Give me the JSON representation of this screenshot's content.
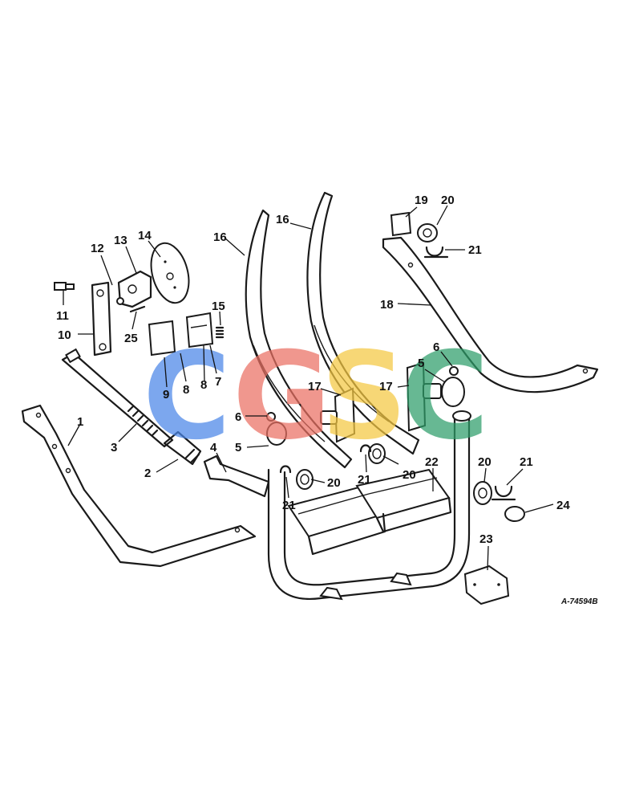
{
  "diagram": {
    "reference_code": "A-74594B",
    "watermark": {
      "letters": [
        "C",
        "G",
        "S",
        "C"
      ],
      "colors": [
        "#4a86e8",
        "#ea7063",
        "#f5c842",
        "#2e9d6a"
      ]
    },
    "callouts": [
      {
        "id": "c1",
        "label": "1"
      },
      {
        "id": "c2",
        "label": "2"
      },
      {
        "id": "c3",
        "label": "3"
      },
      {
        "id": "c4",
        "label": "4"
      },
      {
        "id": "c5a",
        "label": "5"
      },
      {
        "id": "c5b",
        "label": "5"
      },
      {
        "id": "c6a",
        "label": "6"
      },
      {
        "id": "c6b",
        "label": "6"
      },
      {
        "id": "c7",
        "label": "7"
      },
      {
        "id": "c8a",
        "label": "8"
      },
      {
        "id": "c8b",
        "label": "8"
      },
      {
        "id": "c9",
        "label": "9"
      },
      {
        "id": "c10",
        "label": "10"
      },
      {
        "id": "c11",
        "label": "11"
      },
      {
        "id": "c12",
        "label": "12"
      },
      {
        "id": "c13",
        "label": "13"
      },
      {
        "id": "c14",
        "label": "14"
      },
      {
        "id": "c15",
        "label": "15"
      },
      {
        "id": "c16a",
        "label": "16"
      },
      {
        "id": "c16b",
        "label": "16"
      },
      {
        "id": "c17a",
        "label": "17"
      },
      {
        "id": "c17b",
        "label": "17"
      },
      {
        "id": "c18",
        "label": "18"
      },
      {
        "id": "c19",
        "label": "19"
      },
      {
        "id": "c20a",
        "label": "20"
      },
      {
        "id": "c20b",
        "label": "20"
      },
      {
        "id": "c20c",
        "label": "20"
      },
      {
        "id": "c20d",
        "label": "20"
      },
      {
        "id": "c21a",
        "label": "21"
      },
      {
        "id": "c21b",
        "label": "21"
      },
      {
        "id": "c21c",
        "label": "21"
      },
      {
        "id": "c21d",
        "label": "21"
      },
      {
        "id": "c22",
        "label": "22"
      },
      {
        "id": "c23",
        "label": "23"
      },
      {
        "id": "c24",
        "label": "24"
      },
      {
        "id": "c25",
        "label": "25"
      }
    ]
  }
}
